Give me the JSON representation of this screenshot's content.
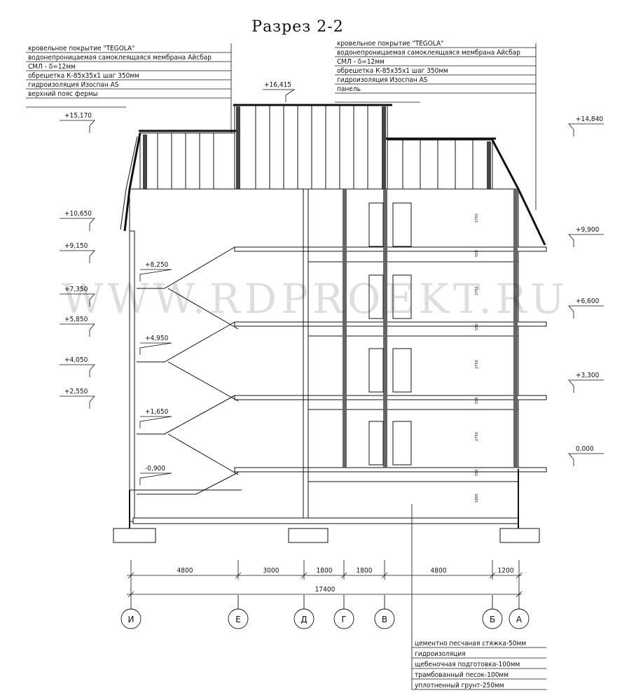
{
  "title": "Разрез 2-2",
  "watermark": "WWW.RDPROEKT.RU",
  "notes_left": [
    "кровельное покрытие \"TEGOLA\"",
    "водонепроницаемая самоклеящаяся мембрана Айсбар",
    "СМЛ - δ=12мм",
    "обрешетка К-85x35x1 шаг 350мм",
    "гидроизоляция Изоспан AS",
    "верхний пояс фермы"
  ],
  "notes_right": [
    "кровельное покрытие \"TEGOLA\"",
    "водонепроницаемая самоклеящаяся мембрана Айсбар",
    "СМЛ - δ=12мм",
    "обрешетка К-85x35x1 шаг 350мм",
    "гидроизоляция Изоспан AS",
    "панель"
  ],
  "notes_bottom": [
    "цементно песчаная стяжка-50мм",
    "гидроизоляция",
    "щебеночная подготовка-100мм",
    "трамбованный песок-100мм",
    "уплотненный грунт-250мм"
  ],
  "levels_left": [
    "+15,170",
    "+10,650",
    "+9,150",
    "+7,350",
    "+5,850",
    "+4,050",
    "+2,550"
  ],
  "levels_right": [
    "+14,840",
    "+9,900",
    "+6,600",
    "+3,300",
    "0,000"
  ],
  "levels_stair": [
    "+8,250",
    "+4,950",
    "+1,650",
    "-0,900"
  ],
  "level_top": "+16,415",
  "dims_small": [
    "2750",
    "550",
    "2750",
    "550",
    "2750",
    "550",
    "2750",
    "550",
    "1805"
  ],
  "dims_spans": [
    "4800",
    "3000",
    "1800",
    "1800",
    "4800",
    "1200"
  ],
  "dim_total": "17400",
  "axes": [
    "И",
    "Е",
    "Д",
    "Г",
    "В",
    "Б",
    "А"
  ]
}
